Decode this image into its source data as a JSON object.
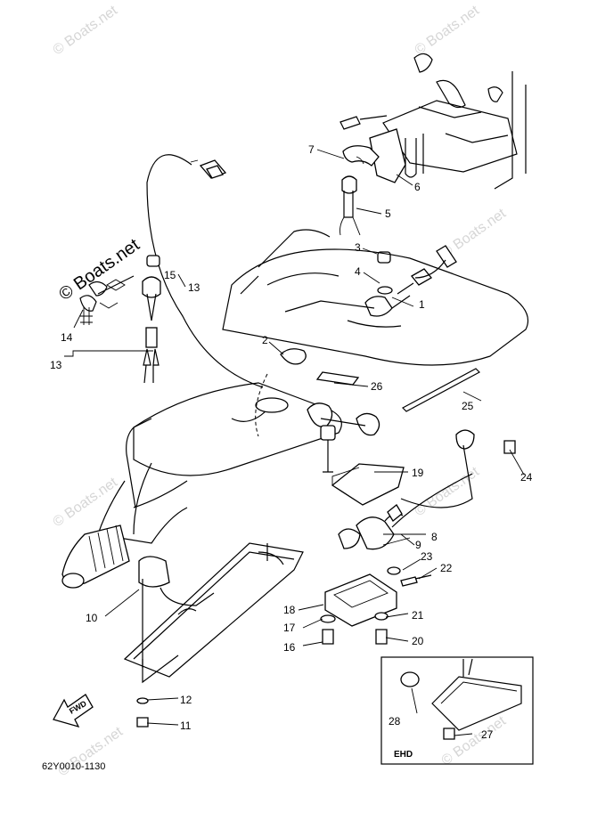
{
  "diagram": {
    "code": "62Y0010-1130",
    "inset_label": "EHD",
    "fwd_label": "FWD",
    "watermark": "© Boats.net",
    "callouts": [
      "1",
      "2",
      "3",
      "4",
      "5",
      "6",
      "7",
      "8",
      "9",
      "10",
      "11",
      "12",
      "13",
      "14",
      "15",
      "16",
      "17",
      "18",
      "19",
      "20",
      "21",
      "22",
      "23",
      "24",
      "25",
      "26",
      "27",
      "28"
    ],
    "callout_13_second": "13"
  }
}
